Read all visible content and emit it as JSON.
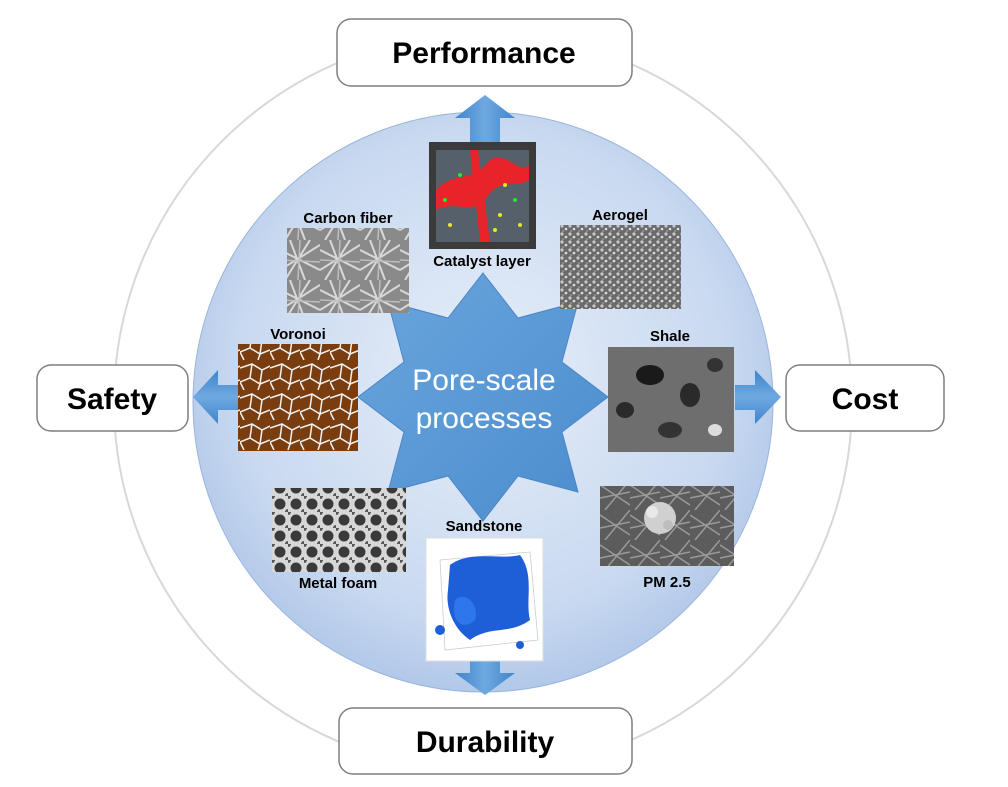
{
  "center": {
    "line1": "Pore-scale",
    "line2": "processes"
  },
  "outcomes": {
    "top": "Performance",
    "right": "Cost",
    "bottom": "Durability",
    "left": "Safety"
  },
  "materials": {
    "carbon_fiber": "Carbon fiber",
    "catalyst_layer": "Catalyst layer",
    "aerogel": "Aerogel",
    "voronoi": "Voronoi",
    "shale": "Shale",
    "metal_foam": "Metal foam",
    "sandstone": "Sandstone",
    "pm25": "PM 2.5"
  },
  "colors": {
    "arrow": "#4a8fd0",
    "circle_fill": "#cad9ee",
    "star": "#5b9bd5",
    "box_border": "#7f7f7f"
  }
}
